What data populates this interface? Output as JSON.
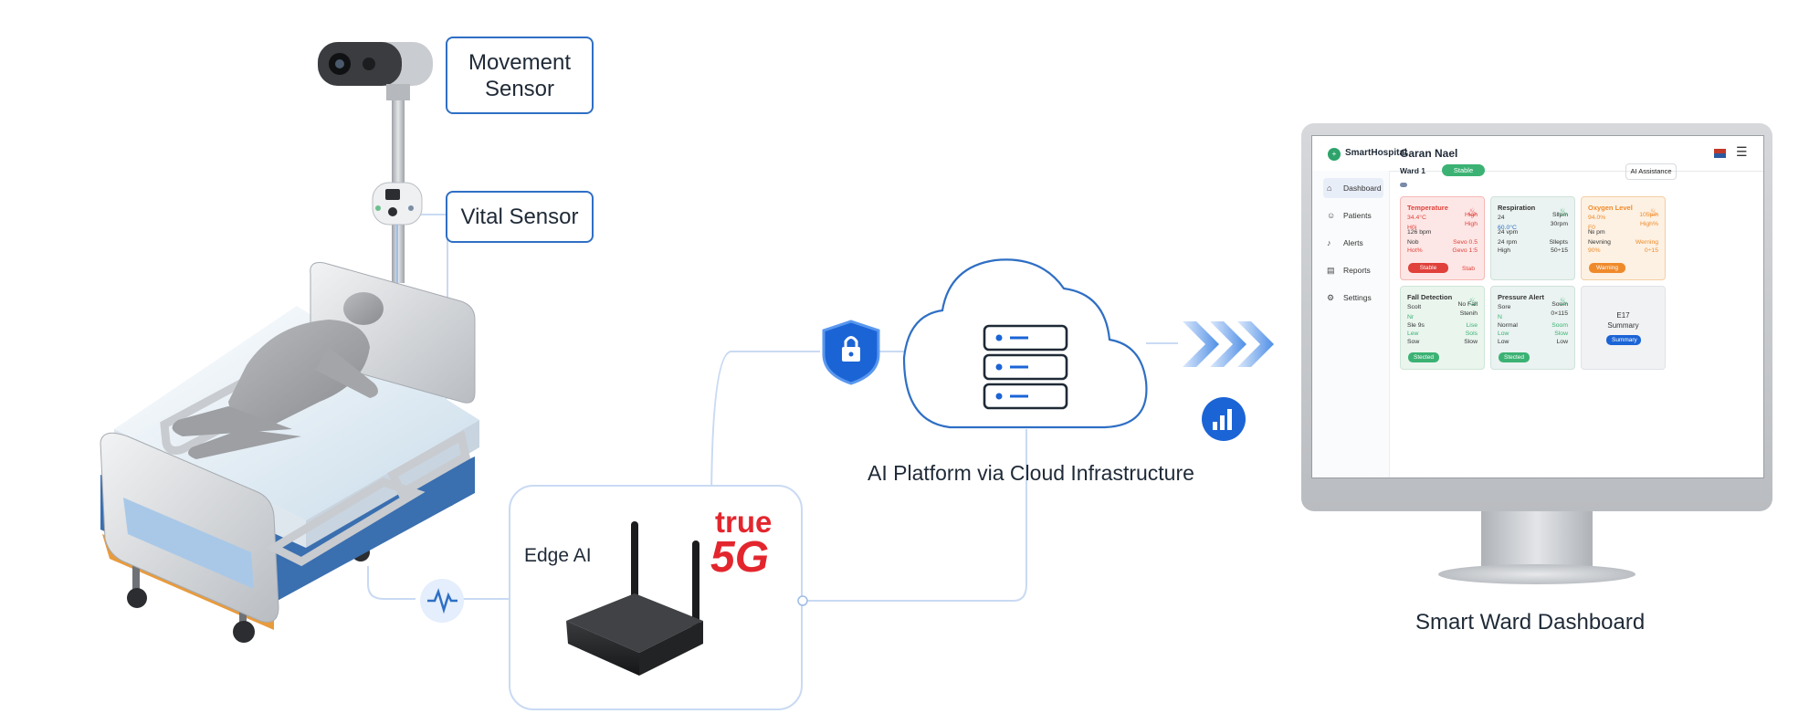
{
  "labels": {
    "movement_sensor": "Movement Sensor",
    "vital_sensor": "Vital Sensor",
    "edge_ai": "Edge AI",
    "true_brand": "true",
    "five_g": "5G",
    "ai_platform": "AI Platform via Cloud Infrastructure",
    "smart_ward": "Smart Ward Dashboard"
  },
  "colors": {
    "accent": "#2f6fc4",
    "connector": "#c9daf3",
    "true_red": "#e3262e",
    "shield": "#1b64d6"
  },
  "icons": {
    "shield": "lock-shield-icon",
    "cloud": "cloud-server-icon",
    "pulse": "heartbeat-icon",
    "analytics": "bar-chart-icon",
    "arrows": "chevrons-right-icon"
  },
  "dashboard": {
    "brand": "SmartHospital",
    "menu_icon": "☰",
    "nav": [
      {
        "icon": "⌂",
        "label": "Dashboard"
      },
      {
        "icon": "☺",
        "label": "Patients"
      },
      {
        "icon": "♪",
        "label": "Alerts"
      },
      {
        "icon": "▤",
        "label": "Reports"
      },
      {
        "icon": "⚙",
        "label": "Settings"
      }
    ],
    "patient_name": "Garan Nael",
    "ward": "Ward 1",
    "status": "Stable",
    "ai_button": "AI Assistance",
    "cards": {
      "temperature": {
        "title": "Temperature",
        "value": "34.4°C",
        "side1": "High",
        "side2": "High",
        "r1a": "H0i",
        "r2a": "126 bpm",
        "r3a": "Nob",
        "r3b": "Sevo 0.5",
        "r4a": "Hot%",
        "r4b": "Gevo 1:5",
        "button": "Stable",
        "extra": "Stab"
      },
      "respiration": {
        "title": "Respiration",
        "value": "24",
        "side1": "Sllpm",
        "side2": "30rpm",
        "r1a": "60.0°C",
        "r2a": "24 vpm",
        "r3a": "24 rpm",
        "r3b": "Sllepts",
        "r4a": "High",
        "r4b": "50÷15"
      },
      "oxygen": {
        "title": "Oxygen Level",
        "value": "94.0%",
        "side1": "105pm",
        "side2": "High%",
        "r1a": "F0",
        "r2a": "№ pm",
        "r3a": "Nevning",
        "r3b": "Werning",
        "r4a": "90%",
        "r4b": "0÷15",
        "button": "Warning"
      },
      "fall": {
        "title": "Fall Detection",
        "sub": "Scolt",
        "side1": "No Fall",
        "side2": "Stenih",
        "r1a": "Nr",
        "r2a": "Sle 9s",
        "r2b": "Lise",
        "r3a": "Lew",
        "r3b": "Sols",
        "r4a": "Sow",
        "r4b": "Slow",
        "button": "Stected"
      },
      "pressure": {
        "title": "Pressure Alert",
        "sub": "Sore",
        "side1": "Soom",
        "side2": "0×115",
        "r1a": "N",
        "r2a": "Normal",
        "r2b": "Soom",
        "r3a": "Low",
        "r3b": "Slow",
        "r4a": "Low",
        "r4b": "Low",
        "button": "Stected"
      },
      "summary": {
        "title": "E17",
        "sub": "Summary",
        "button": "Summary"
      }
    }
  }
}
